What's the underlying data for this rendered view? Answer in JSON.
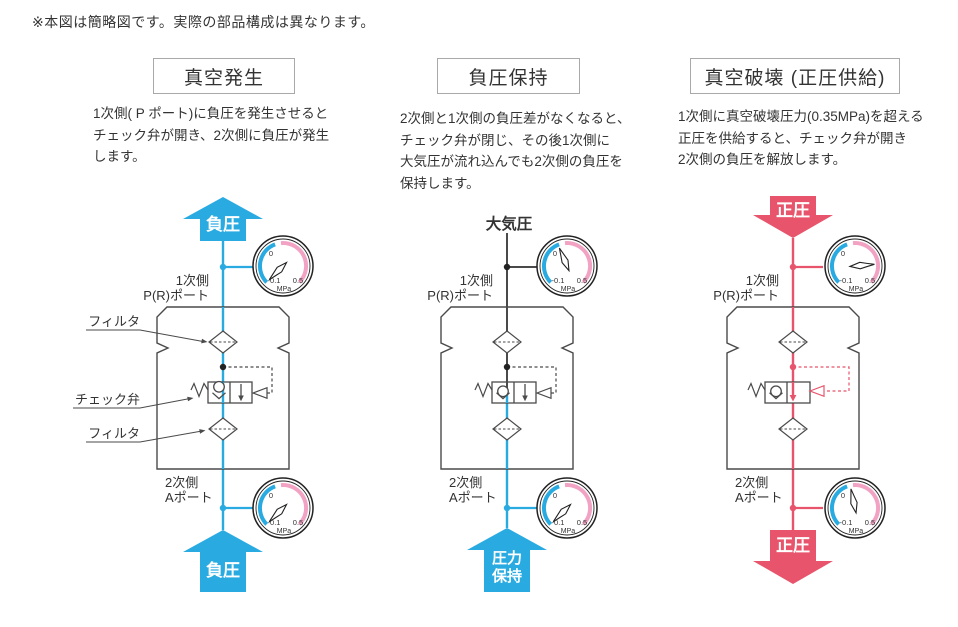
{
  "note": "※本図は簡略図です。実際の部品構成は異なります。",
  "colors": {
    "vacuum_blue": "#29abe2",
    "positive_red": "#e8546b",
    "gauge_pink_arc": "#f2a3c4",
    "gauge_blue_arc": "#29abe2",
    "line_gray": "#4a4a4a"
  },
  "gauge_scale": {
    "zero": "0",
    "min": "-0.1",
    "max": "0.5",
    "unit": "MPa"
  },
  "ports": {
    "primary_line1": "1次側",
    "primary_line2": "P(R)ポート",
    "secondary_line1": "2次側",
    "secondary_line2": "Aポート"
  },
  "annotations": {
    "filter_top": "フィルタ",
    "check_valve": "チェック弁",
    "filter_bottom": "フィルタ"
  },
  "panels": [
    {
      "title": "真空発生",
      "desc_lines": [
        "1次側( P ポート)に負圧を発生させると",
        "チェック弁が開き、2次側に負圧が発生",
        "します。"
      ],
      "top_arrow_label": "負圧",
      "bottom_arrow_label": "負圧",
      "gauges": {
        "top": {
          "indicates": "-0.1",
          "needle_angle": 135
        },
        "bottom": {
          "indicates": "-0.1",
          "needle_angle": 135
        }
      }
    },
    {
      "title": "負圧保持",
      "desc_lines": [
        "2次側と1次側の負圧差がなくなると、",
        "チェック弁が閉じ、その後1次側に",
        "大気圧が流れ込んでも2次側の負圧を",
        "保持します。"
      ],
      "top_label": "大気圧",
      "bottom_arrow_label_line1": "圧力",
      "bottom_arrow_label_line2": "保持",
      "gauges": {
        "top": {
          "indicates": "0",
          "needle_angle": 247
        },
        "bottom": {
          "indicates": "-0.1",
          "needle_angle": 135
        }
      }
    },
    {
      "title": "真空破壊 (正圧供給)",
      "desc_lines": [
        "1次側に真空破壊圧力(0.35MPa)を超える",
        "正圧を供給すると、チェック弁が開き",
        "2次側の負圧を解放します。"
      ],
      "top_arrow_label": "正圧",
      "bottom_arrow_label": "正圧",
      "gauges": {
        "top": {
          "indicates": "0.35",
          "needle_angle": 355
        },
        "bottom": {
          "indicates": "0",
          "needle_angle": 258
        }
      }
    }
  ]
}
